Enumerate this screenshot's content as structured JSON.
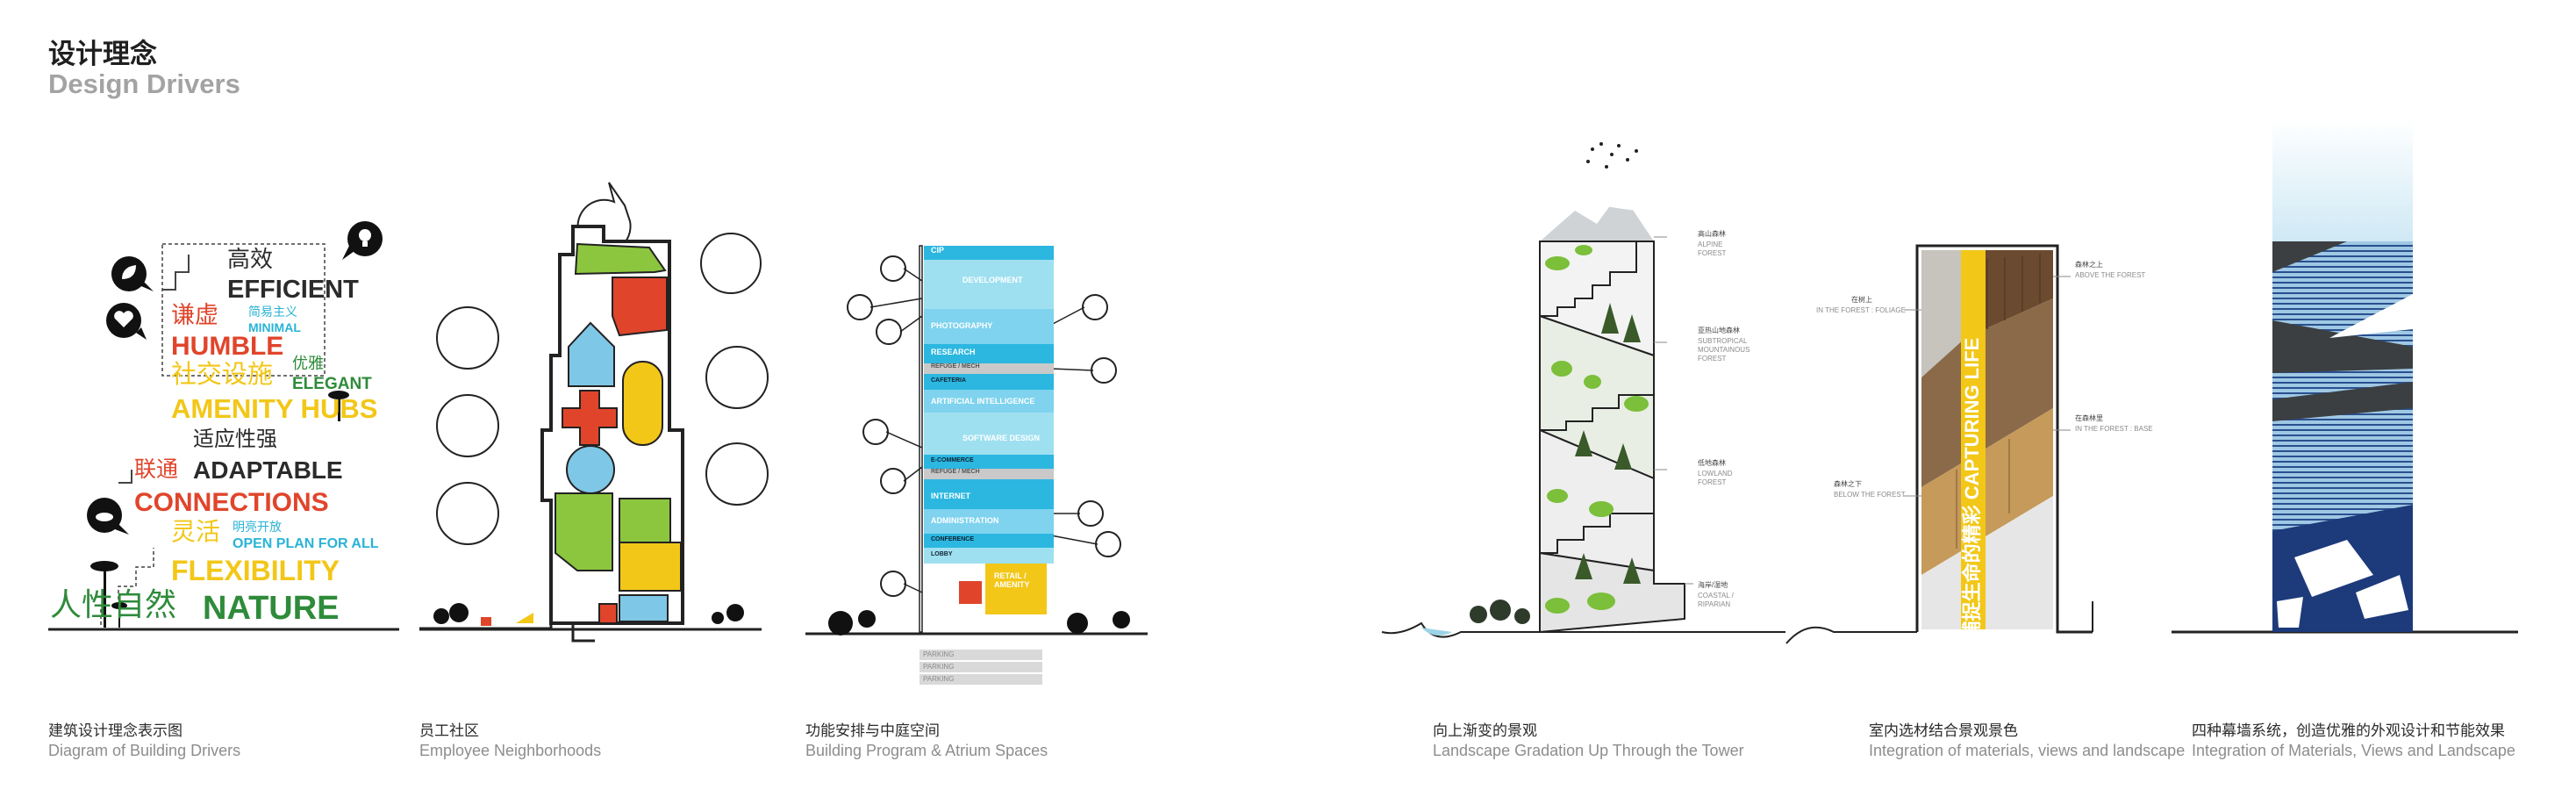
{
  "header": {
    "title_cn": "设计理念",
    "title_en": "Design Drivers"
  },
  "words": [
    {
      "text": "高效",
      "color": "#2b2b2b"
    },
    {
      "text": "EFFICIENT",
      "color": "#2b2b2b"
    },
    {
      "text": "谦虚",
      "color": "#e0452b"
    },
    {
      "text": "简易主义",
      "color": "#29b3d6"
    },
    {
      "text": "MINIMAL",
      "color": "#29b3d6"
    },
    {
      "text": "HUMBLE",
      "color": "#e0452b"
    },
    {
      "text": "优雅",
      "color": "#2e8b3a"
    },
    {
      "text": "社交设施",
      "color": "#f2c718"
    },
    {
      "text": "ELEGANT",
      "color": "#2e8b3a"
    },
    {
      "text": "AMENITY HUBS",
      "color": "#f2c718"
    },
    {
      "text": "适应性强",
      "color": "#2b2b2b"
    },
    {
      "text": "联通",
      "color": "#e0452b"
    },
    {
      "text": "ADAPTABLE",
      "color": "#2b2b2b"
    },
    {
      "text": "CONNECTIONS",
      "color": "#e0452b"
    },
    {
      "text": "灵活",
      "color": "#f2c718"
    },
    {
      "text": "明亮开放",
      "color": "#29b3d6"
    },
    {
      "text": "OPEN PLAN FOR ALL",
      "color": "#29b3d6"
    },
    {
      "text": "FLEXIBILITY",
      "color": "#f2c718"
    },
    {
      "text": "人性自然",
      "color": "#2e8b3a"
    },
    {
      "text": "NATURE",
      "color": "#2e8b3a"
    }
  ],
  "program": [
    {
      "label": "CIP",
      "color": "#2bb7e0"
    },
    {
      "label": "DEVELOPMENT",
      "color": "#9fe0f0"
    },
    {
      "label": "PHOTOGRAPHY",
      "color": "#7fd3ee"
    },
    {
      "label": "RESEARCH",
      "color": "#2bb7e0"
    },
    {
      "label": "REFUGE / MECH",
      "color": "#c9c9c9"
    },
    {
      "label": "CAFETERIA",
      "color": "#2bb7e0"
    },
    {
      "label": "ARTIFICIAL INTELLIGENCE",
      "color": "#7fd3ee"
    },
    {
      "label": "SOFTWARE DESIGN",
      "color": "#9fe0f0"
    },
    {
      "label": "E-COMMERCE",
      "color": "#2bb7e0"
    },
    {
      "label": "REFUGE / MECH",
      "color": "#c9c9c9"
    },
    {
      "label": "INTERNET",
      "color": "#2bb7e0"
    },
    {
      "label": "ADMINISTRATION",
      "color": "#7fd3ee"
    },
    {
      "label": "CONFERENCE",
      "color": "#2bb7e0"
    },
    {
      "label": "LOBBY",
      "color": "#9fe0f0"
    }
  ],
  "program_extra": {
    "retail": "RETAIL / AMENITY",
    "parking": [
      "PARKING",
      "PARKING",
      "PARKING"
    ]
  },
  "landscape": [
    {
      "cn": "高山森林",
      "en": "ALPINE\nFOREST"
    },
    {
      "cn": "亚热山地森林",
      "en": "SUBTROPICAL\nMOUNTAINOUS\nFOREST"
    },
    {
      "cn": "低地森林",
      "en": "LOWLAND\nFOREST"
    },
    {
      "cn": "海岸/湿地",
      "en": "COASTAL /\nRIPARIAN"
    }
  ],
  "interior": {
    "vertical_cn": "捕捉生命的精彩",
    "vertical_en": "CAPTURING LIFE",
    "labels": [
      {
        "cn": "在树上",
        "en": "IN THE FOREST : FOLIAGE"
      },
      {
        "cn": "森林之上",
        "en": "ABOVE THE FOREST"
      },
      {
        "cn": "在森林里",
        "en": "IN THE FOREST : BASE"
      },
      {
        "cn": "森林之下",
        "en": "BELOW THE FOREST"
      }
    ]
  },
  "captions": [
    {
      "cn": "建筑设计理念表示图",
      "en": "Diagram of Building Drivers"
    },
    {
      "cn": "员工社区",
      "en": "Employee Neighborhoods"
    },
    {
      "cn": "功能安排与中庭空间",
      "en": "Building Program & Atrium Spaces"
    },
    {
      "cn": "向上渐变的景观",
      "en": "Landscape Gradation Up Through the Tower"
    },
    {
      "cn": "室内选材结合景观景色",
      "en": "Integration of materials, views and landscape"
    },
    {
      "cn": "四种幕墙系统，创造优雅的外观设计和节能效果",
      "en": "Integration of Materials, Views and Landscape"
    }
  ],
  "colors": {
    "red": "#e0452b",
    "yellow": "#f2c718",
    "green": "#8cc63f",
    "blue": "#29b3d6",
    "navy": "#1d3a7a"
  }
}
